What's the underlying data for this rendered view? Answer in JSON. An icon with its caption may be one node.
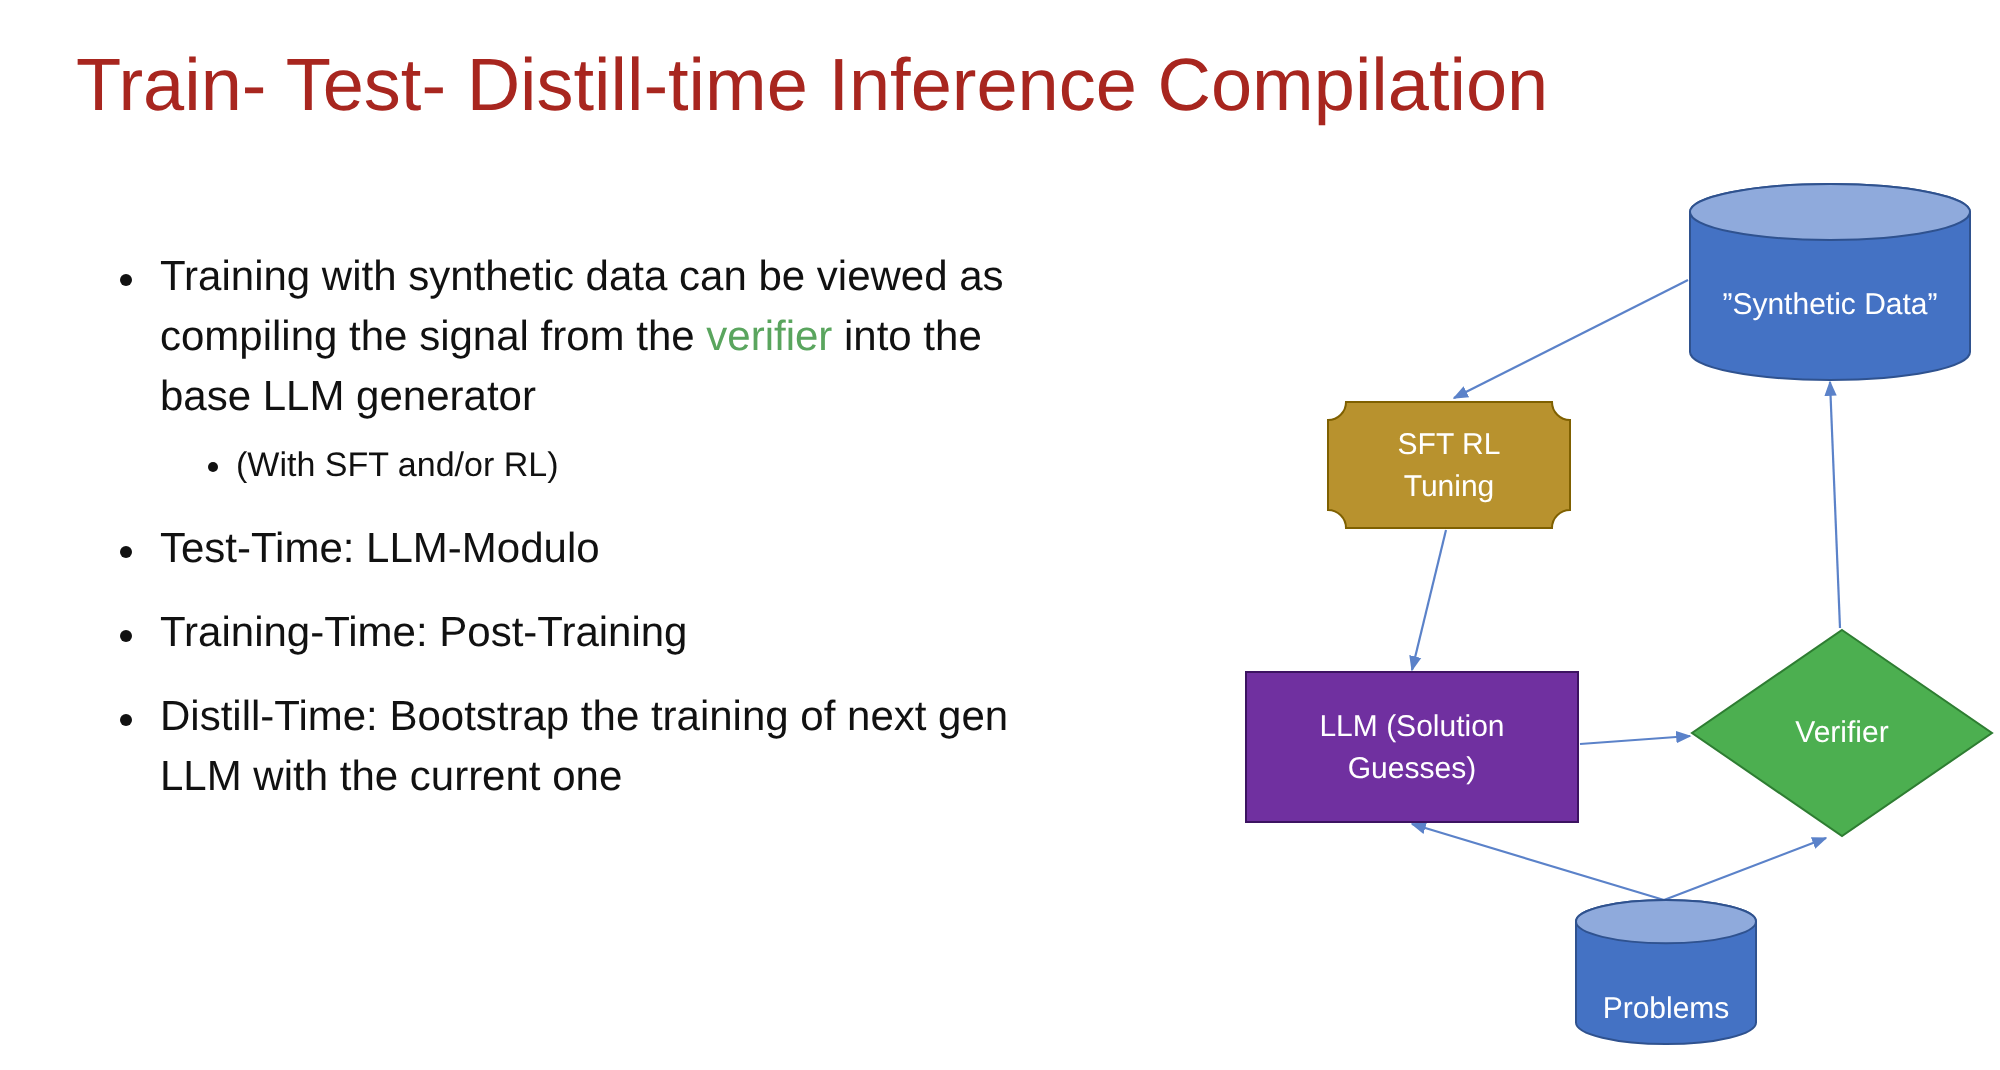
{
  "diagram": {
    "title": "Train- Test- Distill-time Inference Compilation",
    "nodes": [
      {
        "text": [
          "”Synthetic Data”"
        ]
      },
      {
        "text": [
          "SFT RL Tuning"
        ]
      },
      {
        "text": [
          "LLM (Solution Guesses)"
        ]
      },
      {
        "text": [
          "Verifier"
        ]
      },
      {
        "text": [
          "Problems"
        ]
      }
    ],
    "edges": [
      {
        "from": 0,
        "to": 1,
        "arrow": "to"
      },
      {
        "from": 1,
        "to": 2,
        "arrow": "to"
      },
      {
        "from": 2,
        "to": 3,
        "arrow": "to"
      },
      {
        "from": 3,
        "to": 0,
        "arrow": "to"
      },
      {
        "from": 4,
        "to": 2,
        "arrow": "to"
      },
      {
        "from": 4,
        "to": 3,
        "arrow": "to"
      }
    ],
    "labels": [
      "Training with synthetic data can be viewed as compiling the signal from the **verifier** into the base LLM generator",
      "(With SFT and/or RL)",
      "Test-Time: LLM-Modulo",
      "Training-Time: Post-Training",
      "Distill-Time: Bootstrap the training of next gen LLM with the current one"
    ]
  }
}
